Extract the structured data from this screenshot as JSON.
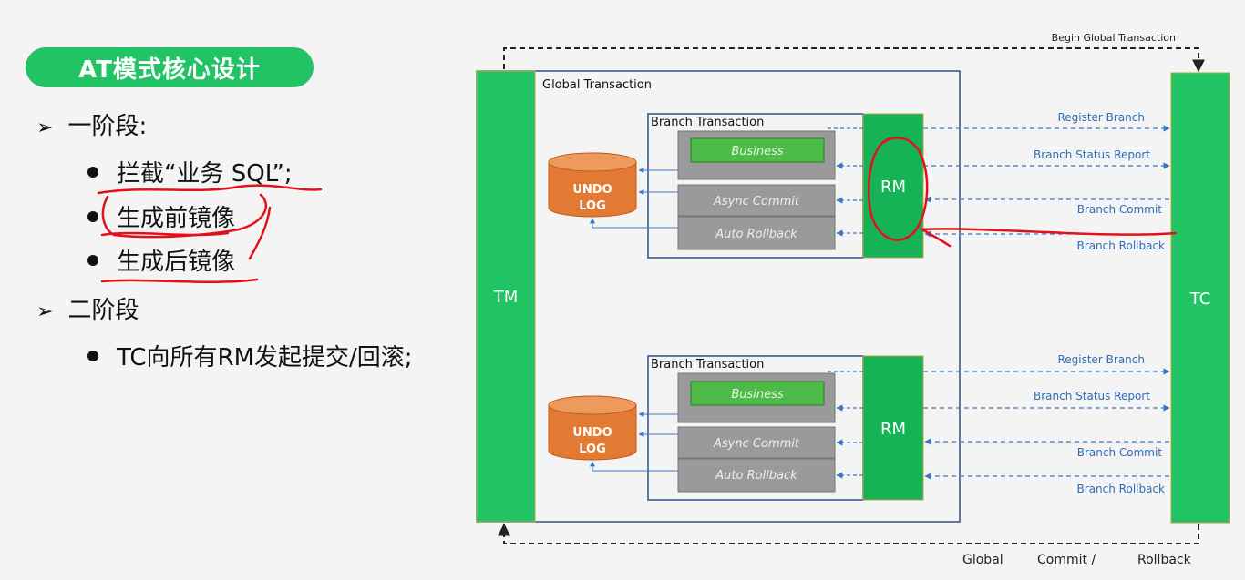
{
  "title": "AT模式核心设计",
  "outline": [
    {
      "level": 1,
      "text": "一阶段:"
    },
    {
      "level": 2,
      "text": "拦截“业务 SQL”;"
    },
    {
      "level": 2,
      "text": "生成前镜像"
    },
    {
      "level": 2,
      "text": "生成后镜像"
    },
    {
      "level": 1,
      "text": "二阶段"
    },
    {
      "level": 2,
      "text": "TC向所有RM发起提交/回滚;"
    }
  ],
  "diagram": {
    "tm_label": "TM",
    "tc_label": "TC",
    "global_transaction_label": "Global Transaction",
    "begin_label": "Begin Global Transaction",
    "branch_label": "Branch Transaction",
    "business_label": "Business",
    "async_commit_label": "Async Commit",
    "auto_rollback_label": "Auto Rollback",
    "rm_label": "RM",
    "undo_label_1": "UNDO",
    "undo_label_2": "LOG",
    "register_branch": "Register Branch",
    "branch_status_report": "Branch Status Report",
    "branch_commit": "Branch Commit",
    "branch_rollback": "Branch Rollback",
    "bottom_global": "Global",
    "bottom_commit": "Commit /",
    "bottom_rollback": "Rollback"
  },
  "colors": {
    "accent_green": "#21c365",
    "rm_green": "#15b356",
    "undo_orange": "#e27a33",
    "arrow_blue": "#3a78c3",
    "ink_red": "#e4101a"
  }
}
